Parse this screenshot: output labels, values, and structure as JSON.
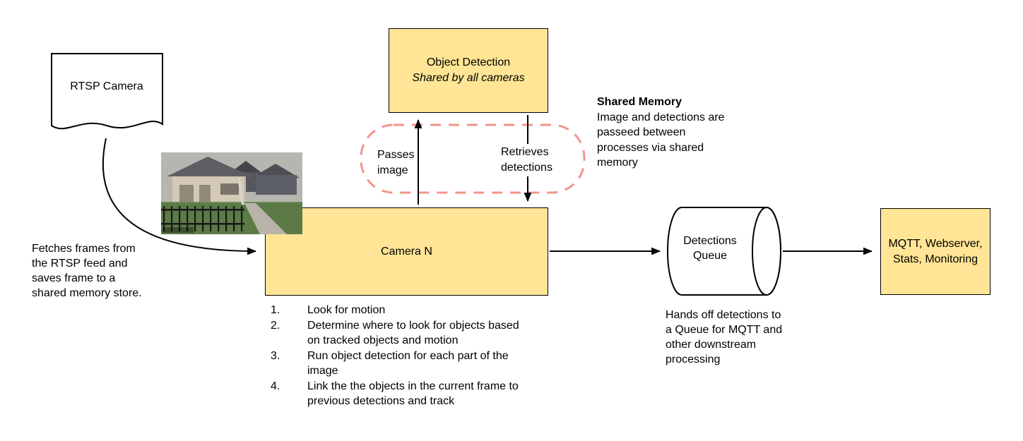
{
  "diagram": {
    "rtsp_camera": {
      "label": "RTSP Camera"
    },
    "fetch_note": "Fetches frames from the RTSP feed and saves frame to a shared memory store.",
    "object_detection": {
      "title": "Object Detection",
      "subtitle": "Shared by all cameras"
    },
    "edges": {
      "passes_image": "Passes image",
      "retrieves_detections": "Retrieves detections"
    },
    "shared_memory_note": {
      "title": "Shared Memory",
      "body": "Image and detections are passeed between processes via shared memory"
    },
    "camera_n": {
      "label": "Camera N",
      "steps": [
        {
          "num": "1.",
          "text": "Look for motion"
        },
        {
          "num": "2.",
          "text": "Determine where to look for objects based on tracked objects and motion"
        },
        {
          "num": "3.",
          "text": "Run object detection for each part of the image"
        },
        {
          "num": "4.",
          "text": "Link the the objects in the current frame to previous detections and track"
        }
      ]
    },
    "detections_queue": {
      "label": "Detections Queue",
      "note": "Hands off detections to a Queue for MQTT and other downstream processing"
    },
    "output_box": {
      "label": "MQTT, Webserver, Stats, Monitoring"
    },
    "colors": {
      "node_fill": "#ffe595",
      "node_border": "#000000",
      "shared_memory_outline": "#f2958a",
      "arrow": "#000000"
    }
  }
}
